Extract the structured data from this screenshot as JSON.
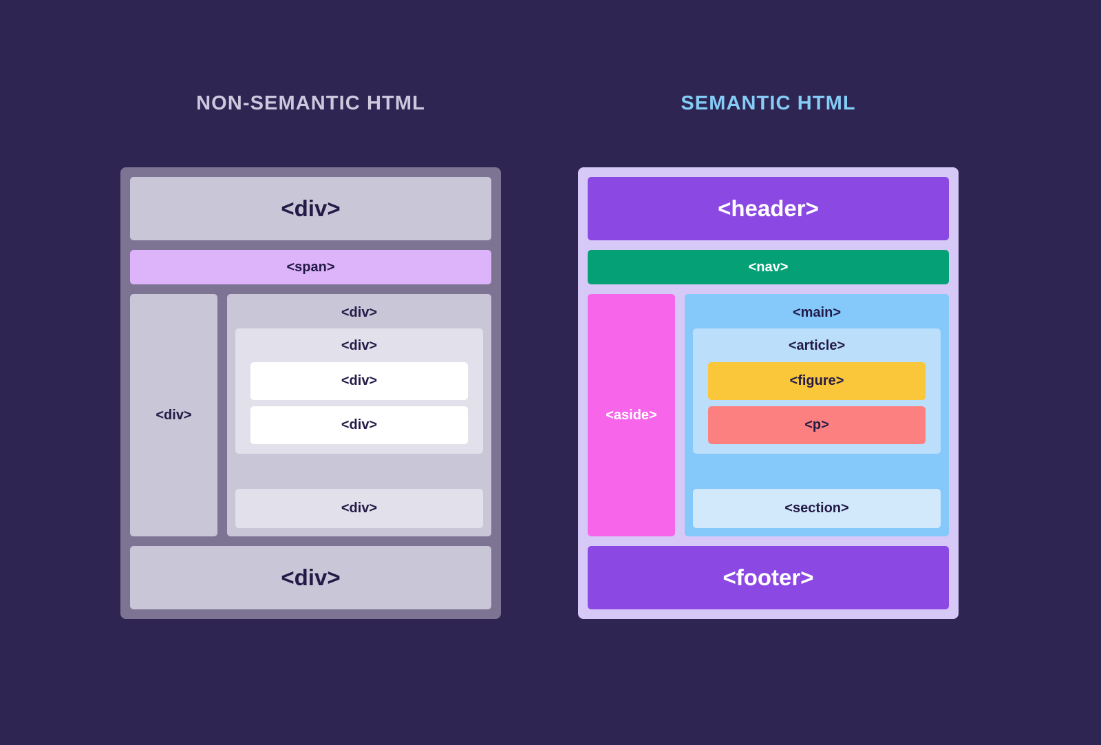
{
  "background_color": "#2e2552",
  "panels": [
    {
      "id": "non-semantic",
      "title": "NON-SEMANTIC HTML",
      "title_color": "#cdc8de",
      "frame_color": "#7d7493",
      "blocks": {
        "top": {
          "label": "<div>",
          "color": "#c9c6d7"
        },
        "span": {
          "label": "<span>",
          "color": "#ddb4fa"
        },
        "aside": {
          "label": "<div>",
          "color": "#c9c6d7"
        },
        "main": {
          "label": "<div>",
          "color": "#c9c6d7"
        },
        "article": {
          "label": "<div>",
          "color": "#e2e0ea"
        },
        "figure": {
          "label": "<div>",
          "color": "#ffffff"
        },
        "paragraph": {
          "label": "<div>",
          "color": "#ffffff"
        },
        "section": {
          "label": "<div>",
          "color": "#e2e0ea"
        },
        "footer": {
          "label": "<div>",
          "color": "#c9c6d7"
        }
      }
    },
    {
      "id": "semantic",
      "title": "SEMANTIC HTML",
      "title_color": "#85cdf7",
      "frame_color": "#d6c9f8",
      "blocks": {
        "header": {
          "label": "<header>",
          "color": "#8b48e3"
        },
        "nav": {
          "label": "<nav>",
          "color": "#06a077"
        },
        "aside": {
          "label": "<aside>",
          "color": "#f765ea"
        },
        "main": {
          "label": "<main>",
          "color": "#85c8fa"
        },
        "article": {
          "label": "<article>",
          "color": "#bbdefb"
        },
        "figure": {
          "label": "<figure>",
          "color": "#fac63a"
        },
        "paragraph": {
          "label": "<p>",
          "color": "#fc8080"
        },
        "section": {
          "label": "<section>",
          "color": "#d2e9fc"
        },
        "footer": {
          "label": "<footer>",
          "color": "#8b48e3"
        }
      }
    }
  ]
}
